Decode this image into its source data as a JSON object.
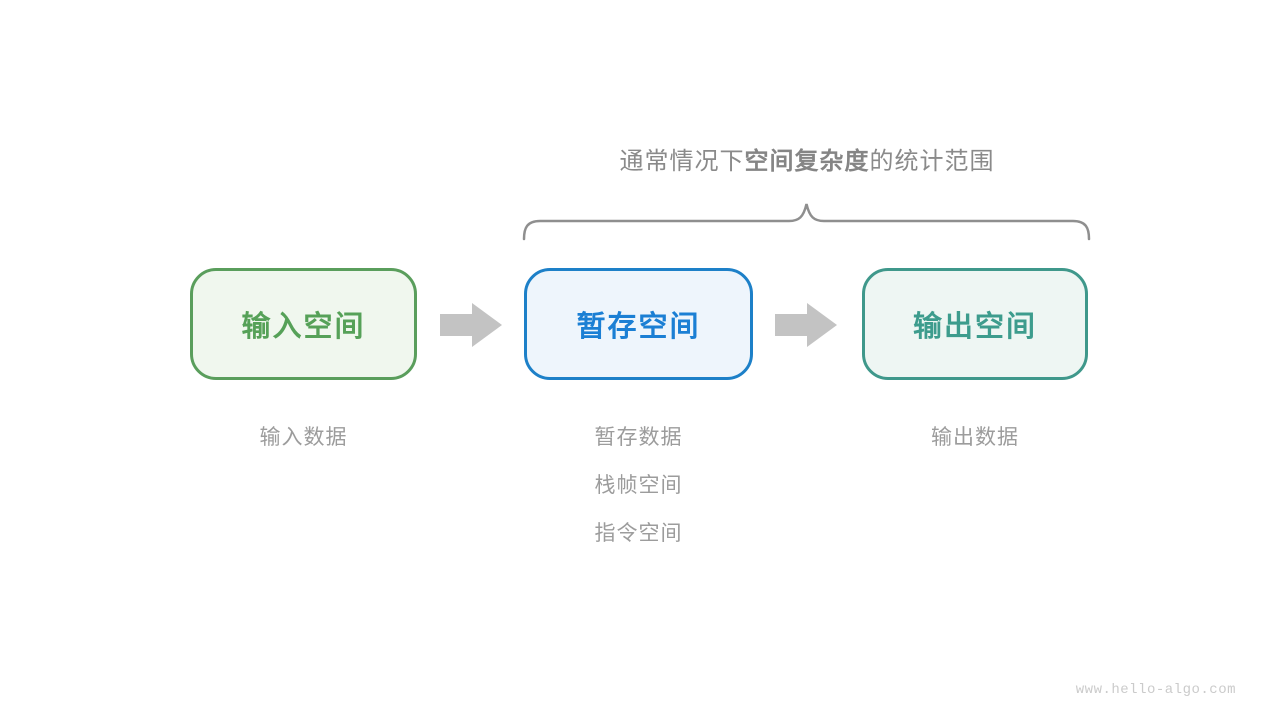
{
  "title": {
    "prefix": "通常情况下",
    "bold": "空间复杂度",
    "suffix": "的统计范围"
  },
  "boxes": [
    {
      "id": "input-space",
      "label": "输入空间",
      "border_color": "#5a9e5c",
      "bg_color": "#f0f7ee",
      "text_color": "#56a158"
    },
    {
      "id": "temp-space",
      "label": "暂存空间",
      "border_color": "#1d80c8",
      "bg_color": "#eef5fc",
      "text_color": "#1b7fd4"
    },
    {
      "id": "output-space",
      "label": "输出空间",
      "border_color": "#3f988b",
      "bg_color": "#eef6f3",
      "text_color": "#3d9c8d"
    }
  ],
  "captions": {
    "input": [
      "输入数据"
    ],
    "temp": [
      "暂存数据",
      "栈帧空间",
      "指令空间"
    ],
    "output": [
      "输出数据"
    ]
  },
  "shapes": {
    "brace_color": "#8f8f8f",
    "arrow_color": "#c3c3c3"
  },
  "watermark": "www.hello-algo.com"
}
